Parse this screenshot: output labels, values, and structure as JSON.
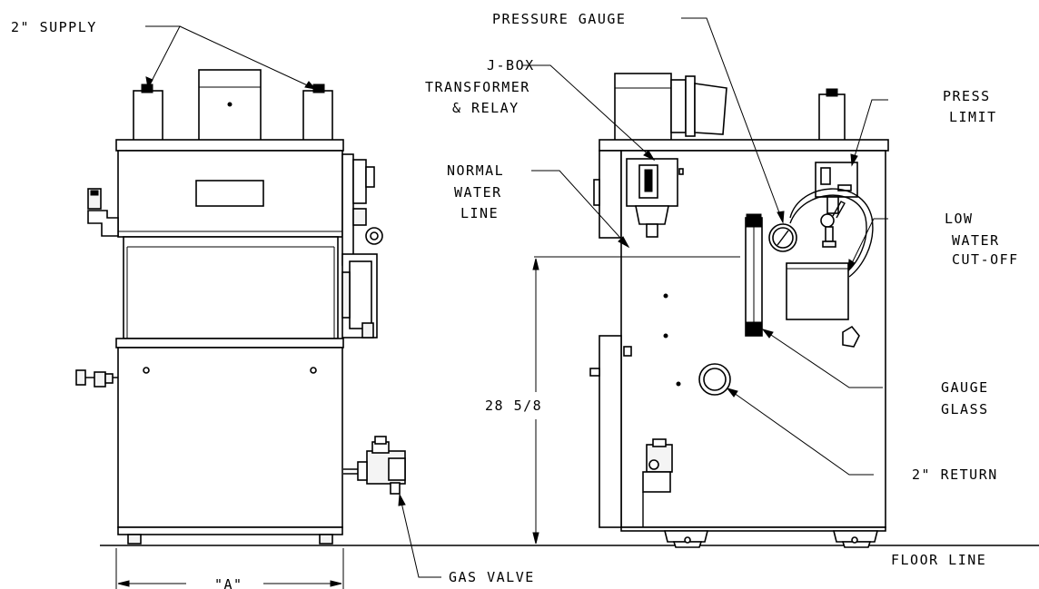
{
  "labels": {
    "supply": "2\" SUPPLY",
    "pressure_gauge": "PRESSURE GAUGE",
    "jbox_line1": "J-BOX",
    "jbox_line2": "TRANSFORMER",
    "jbox_line3": "& RELAY",
    "press_limit_line1": "PRESS",
    "press_limit_line2": "LIMIT",
    "normal_water_line1": "NORMAL",
    "normal_water_line2": "WATER",
    "normal_water_line3": "LINE",
    "low_water_line1": "LOW",
    "low_water_line2": "WATER",
    "low_water_line3": "CUT-OFF",
    "gauge_glass_line1": "GAUGE",
    "gauge_glass_line2": "GLASS",
    "dimension": "28 5/8",
    "return": "2\" RETURN",
    "floor_line": "FLOOR LINE",
    "gas_valve": "GAS VALVE",
    "width_dim": "\"A\""
  }
}
